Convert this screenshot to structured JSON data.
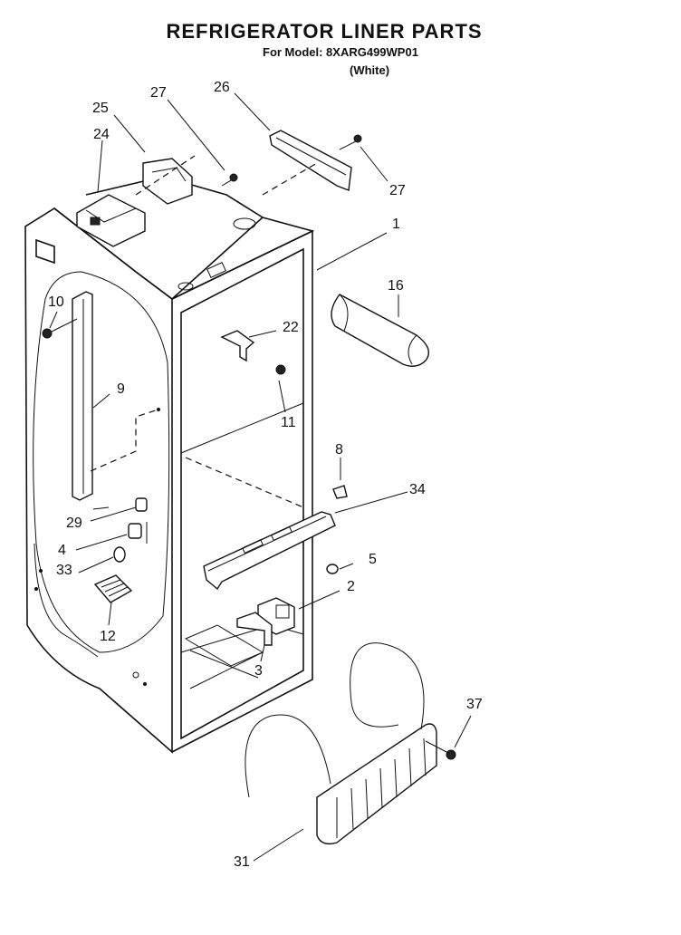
{
  "title": "REFRIGERATOR LINER PARTS",
  "model_line": "For Model: 8XARG499WP01",
  "color_line": "(White)",
  "callouts": [
    "1",
    "2",
    "3",
    "4",
    "5",
    "8",
    "9",
    "10",
    "11",
    "12",
    "16",
    "22",
    "24",
    "25",
    "26",
    "27",
    "27",
    "29",
    "31",
    "33",
    "34",
    "37"
  ]
}
